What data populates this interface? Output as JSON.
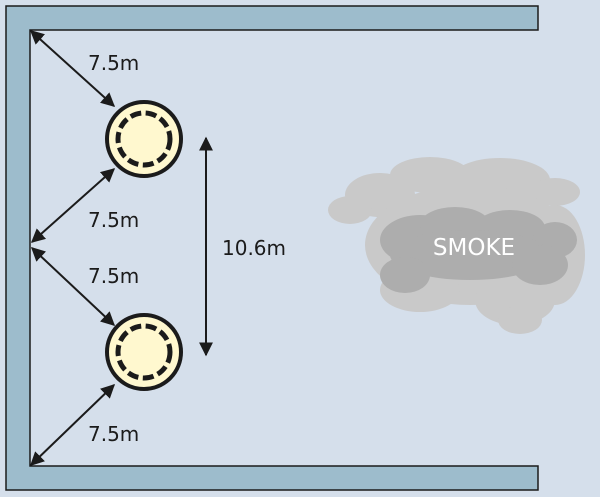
{
  "colors": {
    "background": "#d5dfeb",
    "wall": "#9dbccc",
    "detector_fill": "#fff8cf",
    "smoke_light": "#c9c9c9",
    "smoke_dark": "#adadad",
    "ink": "#1b1b1b"
  },
  "labels": {
    "top_corner_distance": "7.5m",
    "upper_mid_distance": "7.5m",
    "lower_mid_distance": "7.5m",
    "bottom_corner_distance": "7.5m",
    "detector_spacing": "10.6m",
    "smoke": "SMOKE"
  },
  "detectors": [
    {
      "name": "smoke-detector-top",
      "icon": "smoke-detector-icon"
    },
    {
      "name": "smoke-detector-bottom",
      "icon": "smoke-detector-icon"
    }
  ]
}
